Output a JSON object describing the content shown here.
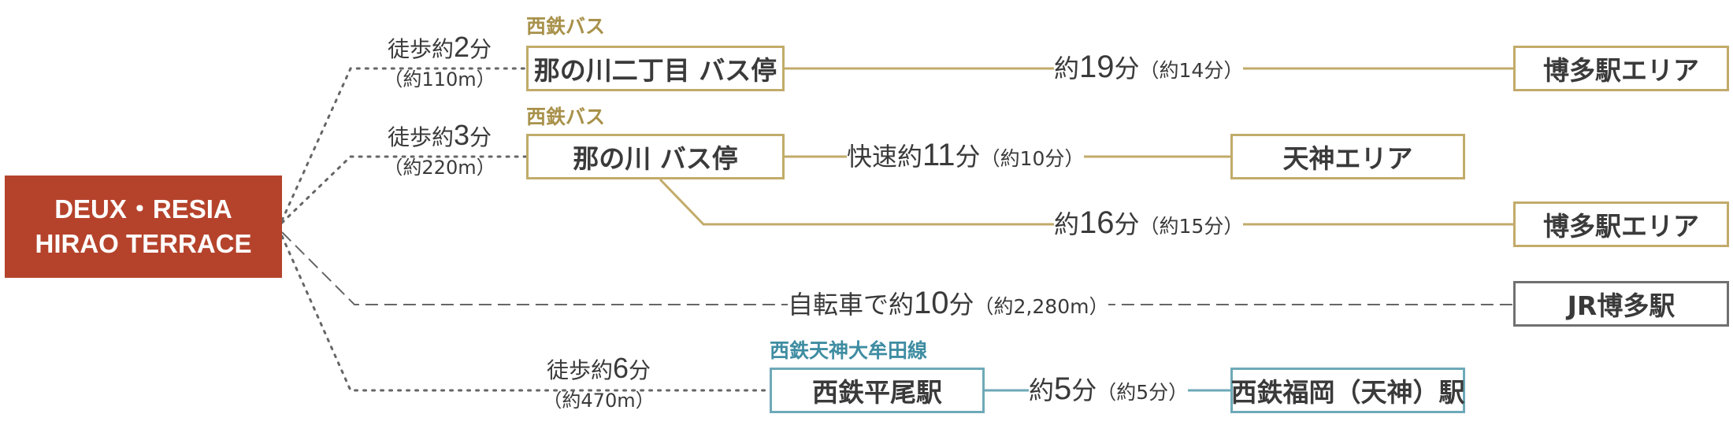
{
  "origin": {
    "line1": "DEUX・RESIA",
    "line2": "HIRAO TERRACE"
  },
  "colors": {
    "origin_bg": "#b5432c",
    "bus": "#c2ab6a",
    "bike": "#707070",
    "train": "#6ea9b8"
  },
  "routes": {
    "r1": {
      "walk": {
        "prefix": "徒歩約",
        "num": "2",
        "suffix": "分",
        "dist": "（約110m）"
      },
      "operator": "西鉄バス",
      "stop": "那の川二丁目 バス停",
      "time": {
        "prefix": "約",
        "num": "19",
        "suffix": "分",
        "alt": "（約14分）"
      },
      "dest": "博多駅エリア"
    },
    "r2": {
      "walk": {
        "prefix": "徒歩約",
        "num": "3",
        "suffix": "分",
        "dist": "（約220m）"
      },
      "operator": "西鉄バス",
      "stop": "那の川 バス停",
      "time_a": {
        "prefix": "快速約",
        "num": "11",
        "suffix": "分",
        "alt": "（約10分）"
      },
      "dest_a": "天神エリア",
      "time_b": {
        "prefix": "約",
        "num": "16",
        "suffix": "分",
        "alt": "（約15分）"
      },
      "dest_b": "博多駅エリア"
    },
    "bike": {
      "time": {
        "prefix": "自転車で約",
        "num": "10",
        "suffix": "分",
        "alt": "（約2,280m）"
      },
      "dest": "JR博多駅"
    },
    "train": {
      "walk": {
        "prefix": "徒歩約",
        "num": "6",
        "suffix": "分",
        "dist": "（約470m）"
      },
      "operator": "西鉄天神大牟田線",
      "station": "西鉄平尾駅",
      "time": {
        "prefix": "約",
        "num": "5",
        "suffix": "分",
        "alt": "（約5分）"
      },
      "dest": "西鉄福岡（天神）駅"
    }
  }
}
